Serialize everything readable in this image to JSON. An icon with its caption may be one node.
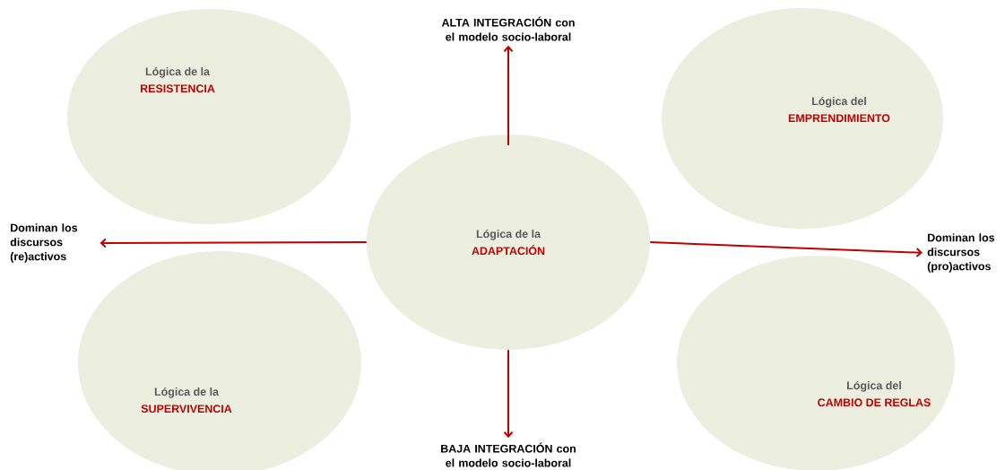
{
  "diagram": {
    "nodes": [
      {
        "text": [
          "ALTA INTEGRACIÓN con el modelo socio-laboral"
        ]
      },
      {
        "text": [
          "Lógica de la",
          "RESISTENCIA"
        ]
      },
      {
        "text": [
          "Lógica del",
          "EMPRENDIMIENTO"
        ]
      },
      {
        "text": [
          "Dominan los discursos (re)activos"
        ]
      },
      {
        "text": [
          "Lógica de la",
          "ADAPTACIÓN"
        ]
      },
      {
        "text": [
          "Dominan los discursos (pro)activos"
        ]
      },
      {
        "text": [
          "Lógica de la",
          "SUPERVIVENCIA"
        ]
      },
      {
        "text": [
          "Lógica del",
          "CAMBIO DE REGLAS"
        ]
      },
      {
        "text": [
          "BAJA INTEGRACIÓN con el modelo socio-laboral"
        ]
      }
    ],
    "edges": [
      {
        "from": 4,
        "to": 0,
        "arrow": "to"
      },
      {
        "from": 4,
        "to": 3,
        "arrow": "to"
      },
      {
        "from": 4,
        "to": 5,
        "arrow": "to"
      },
      {
        "from": 4,
        "to": 8,
        "arrow": "to"
      }
    ]
  }
}
